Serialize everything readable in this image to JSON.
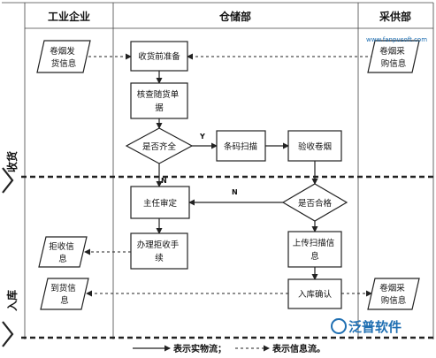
{
  "lanes": {
    "enterprise": "工业企业",
    "warehouse": "仓储部",
    "purchasing": "采供部"
  },
  "phases": {
    "receive": "收货",
    "storage": "入库"
  },
  "nodes": {
    "ship_info": [
      "卷烟发",
      "货信息"
    ],
    "prepare": [
      "收货前准备"
    ],
    "check_docs": [
      "核查随货单",
      "据"
    ],
    "complete": [
      "是否齐全"
    ],
    "barcode": [
      "条码扫描"
    ],
    "inspect": [
      "验收卷烟"
    ],
    "review": [
      "主任审定"
    ],
    "qualified": [
      "是否合格"
    ],
    "reject_proc": [
      "办理拒收手",
      "续"
    ],
    "upload": [
      "上传扫描信",
      "息"
    ],
    "reject_info": [
      "拒收信",
      "息"
    ],
    "arrival_info": [
      "到货信",
      "息"
    ],
    "confirm": [
      "入库确认"
    ],
    "purchase_info_top": [
      "卷烟采",
      "购信息"
    ],
    "purchase_info_bottom": [
      "卷烟采",
      "购信息"
    ]
  },
  "edges": {
    "yes": "Y",
    "no": "N"
  },
  "legend": {
    "material": "表示实物流；",
    "info": "表示信息流。"
  },
  "watermark": {
    "brand": "泛普软件",
    "url": "www.fanpusoft.com"
  }
}
